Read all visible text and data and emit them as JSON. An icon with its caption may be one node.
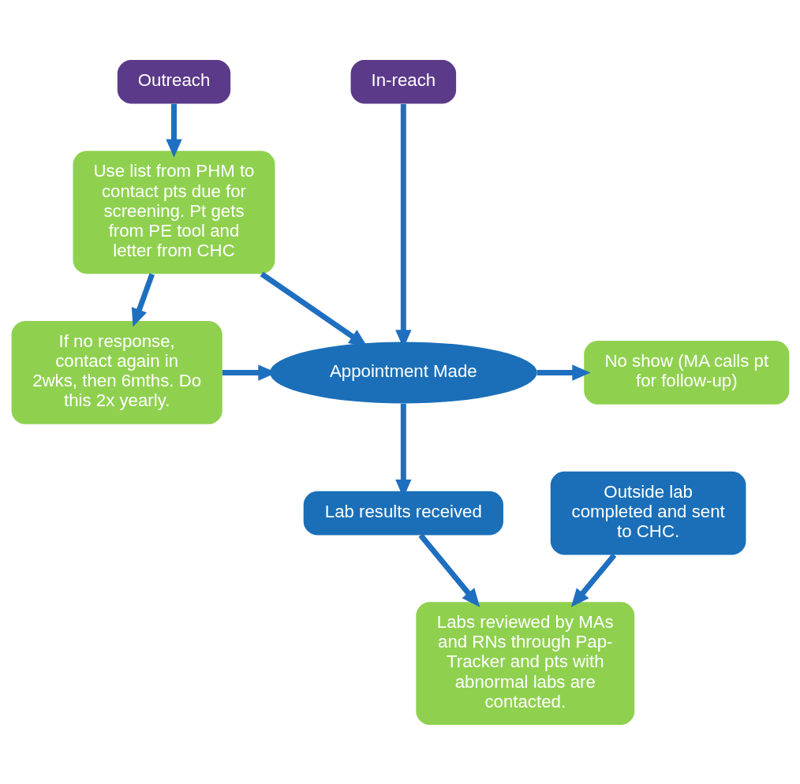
{
  "diagram": {
    "nodes": [
      {
        "text": [
          "Outreach"
        ]
      },
      {
        "text": [
          "In-reach"
        ]
      },
      {
        "text": [
          "Use list from PHM to contact pts due for screening. Pt gets from PE tool and letter from CHC"
        ]
      },
      {
        "text": [
          "If no response, contact again in 2wks, then 6mths. Do this 2x yearly."
        ]
      },
      {
        "text": [
          "Appointment Made"
        ]
      },
      {
        "text": [
          "No show (MA calls pt for follow-up)"
        ]
      },
      {
        "text": [
          "Outside lab completed and sent to CHC."
        ]
      },
      {
        "text": [
          "Lab results received"
        ]
      },
      {
        "text": [
          "Labs reviewed by MAs and RNs through Pap-Tracker and pts with abnormal labs are contacted."
        ]
      }
    ],
    "edges": [
      {
        "from": 0,
        "to": 2,
        "arrow": "to"
      },
      {
        "from": 1,
        "to": 4,
        "arrow": "to"
      },
      {
        "from": 2,
        "to": 3,
        "arrow": "to"
      },
      {
        "from": 2,
        "to": 4,
        "arrow": "to"
      },
      {
        "from": 3,
        "to": 4,
        "arrow": "to"
      },
      {
        "from": 4,
        "to": 5,
        "arrow": "to"
      },
      {
        "from": 4,
        "to": 7,
        "arrow": "to"
      },
      {
        "from": 7,
        "to": 8,
        "arrow": "to"
      },
      {
        "from": 6,
        "to": 8,
        "arrow": "to"
      }
    ]
  }
}
